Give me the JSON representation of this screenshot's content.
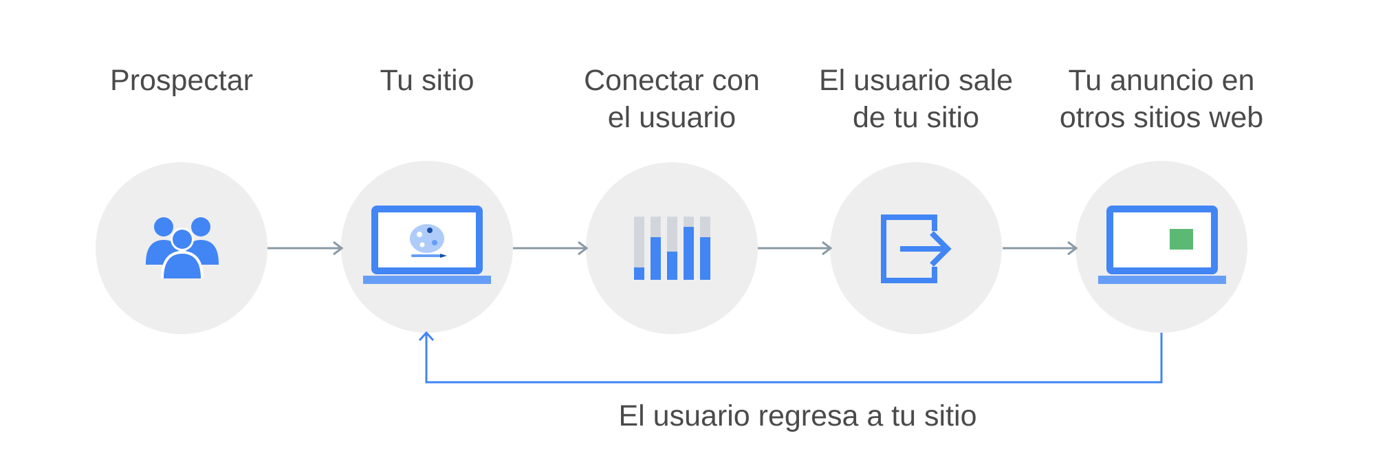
{
  "steps": [
    {
      "label": "Prospectar",
      "icon": "people-group-icon"
    },
    {
      "label": "Tu sitio",
      "icon": "laptop-palette-icon"
    },
    {
      "label": "Conectar con\nel usuario",
      "icon": "bar-chart-icon"
    },
    {
      "label": "El usuario sale\nde tu sitio",
      "icon": "exit-icon"
    },
    {
      "label": "Tu anuncio en\notros sitios web",
      "icon": "laptop-ad-icon"
    }
  ],
  "return_label": "El usuario regresa a tu sitio",
  "colors": {
    "circle": "#eeeeee",
    "blue": "#4285f4",
    "light_blue": "#669df6",
    "pale_blue": "#aecbfa",
    "dark_blue": "#174ea6",
    "gray_bar": "#d2d6dc",
    "arrow": "#8a9aa6",
    "ad_green": "#5bb974",
    "text": "#4a4a4a"
  }
}
